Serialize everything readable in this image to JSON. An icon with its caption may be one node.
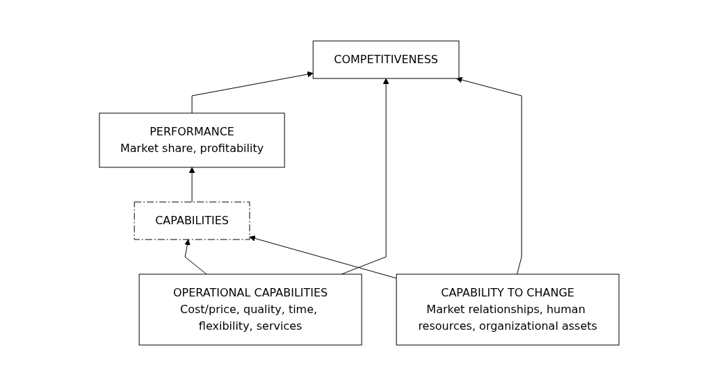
{
  "diagram": {
    "nodes": [
      {
        "text": [
          "COMPETITIVENESS"
        ]
      },
      {
        "text": [
          "PERFORMANCE",
          "Market share, profitability"
        ]
      },
      {
        "text": [
          "OPERATIONAL CAPABILITIES",
          "Cost/price, quality, time, flexibility, services"
        ]
      },
      {
        "text": [
          "CAPABILITY TO CHANGE",
          "Market relationships, human resources, organizational assets"
        ]
      },
      {
        "text": [
          "CAPABILITIES"
        ]
      }
    ],
    "edges": [
      {
        "from": 1,
        "to": 0,
        "arrow": "to"
      },
      {
        "from": 4,
        "to": 1,
        "arrow": "to"
      },
      {
        "from": 2,
        "to": 0,
        "arrow": "to"
      },
      {
        "from": 3,
        "to": 0,
        "arrow": "to"
      },
      {
        "from": 2,
        "to": 4,
        "arrow": "to"
      },
      {
        "from": 3,
        "to": 4,
        "arrow": "to"
      }
    ]
  }
}
